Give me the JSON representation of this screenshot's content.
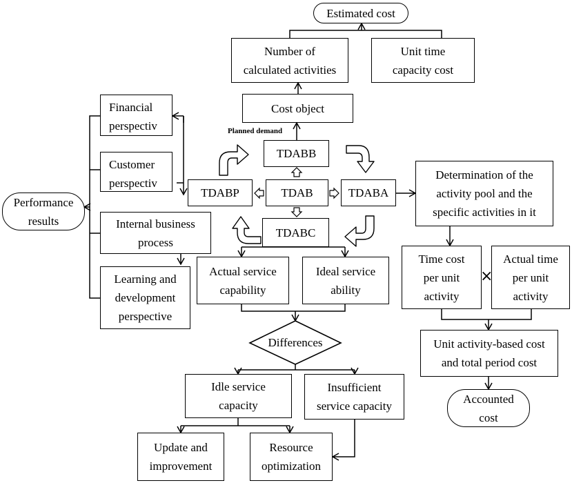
{
  "nodes": {
    "estimated_cost": "Estimated cost",
    "num_calc_1": "Number of",
    "num_calc_2": "calculated activities",
    "unit_time_1": "Unit time",
    "unit_time_2": "capacity cost",
    "cost_object": "Cost object",
    "planned_demand": "Planned demand",
    "tdabb": "TDABB",
    "tdab": "TDAB",
    "tdabp": "TDABP",
    "tdaba": "TDABA",
    "tdabc": "TDABC",
    "financial_1": "Financial",
    "financial_2": "perspectiv",
    "customer_1": "Customer",
    "customer_2": "perspectiv",
    "performance_1": "Performance",
    "performance_2": "results",
    "internal_1": "Internal business",
    "internal_2": "process",
    "learning_1": "Learning and",
    "learning_2": "development",
    "learning_3": "perspective",
    "actual_cap_1": "Actual service",
    "actual_cap_2": "capability",
    "ideal_1": "Ideal service",
    "ideal_2": "ability",
    "determination_1": "Determination of the",
    "determination_2": "activity pool and the",
    "determination_3": "specific activities in it",
    "time_cost_1": "Time cost",
    "time_cost_2": "per unit",
    "time_cost_3": "activity",
    "actual_time_1": "Actual time",
    "actual_time_2": "per unit",
    "actual_time_3": "activity",
    "times_sign": "×",
    "unit_activity_1": "Unit activity-based cost",
    "unit_activity_2": "and total period cost",
    "differences": "Differences",
    "idle_1": "Idle service",
    "idle_2": "capacity",
    "insufficient_1": "Insufficient",
    "insufficient_2": "service capacity",
    "accounted_1": "Accounted",
    "accounted_2": "cost",
    "update_1": "Update and",
    "update_2": "improvement",
    "resource_1": "Resource",
    "resource_2": "optimization"
  }
}
